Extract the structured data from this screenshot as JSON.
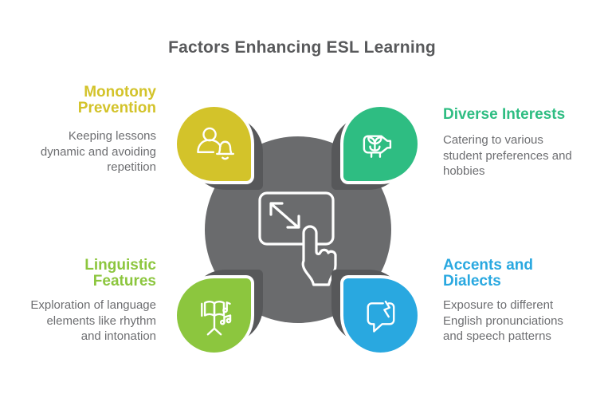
{
  "title": "Factors Enhancing ESL Learning",
  "theme": {
    "title_color": "#58595b",
    "body_color": "#6d6e71",
    "background": "#ffffff"
  },
  "center": {
    "circle_color": "#6a6b6d",
    "shadow_color": "#57585a",
    "icon": "touch-expand-icon"
  },
  "quadrants": {
    "top_left": {
      "heading": "Monotony\nPrevention",
      "description": "Keeping lessons\ndynamic and avoiding\nrepetition",
      "color": "#d3c32a",
      "icon": "person-bell-icon"
    },
    "top_right": {
      "heading": "Diverse Interests",
      "description": "Catering to various\nstudent preferences and\nhobbies",
      "color": "#2ebd82",
      "icon": "planter-sprout-icon"
    },
    "bottom_left": {
      "heading": "Linguistic\nFeatures",
      "description": "Exploration of language\nelements like rhythm\nand intonation",
      "color": "#8cc63e",
      "icon": "music-stand-icon"
    },
    "bottom_right": {
      "heading": "Accents and\nDialects",
      "description": "Exposure to different\nEnglish pronunciations\nand speech patterns",
      "color": "#29a8e0",
      "icon": "cracked-speech-bubble-icon"
    }
  }
}
